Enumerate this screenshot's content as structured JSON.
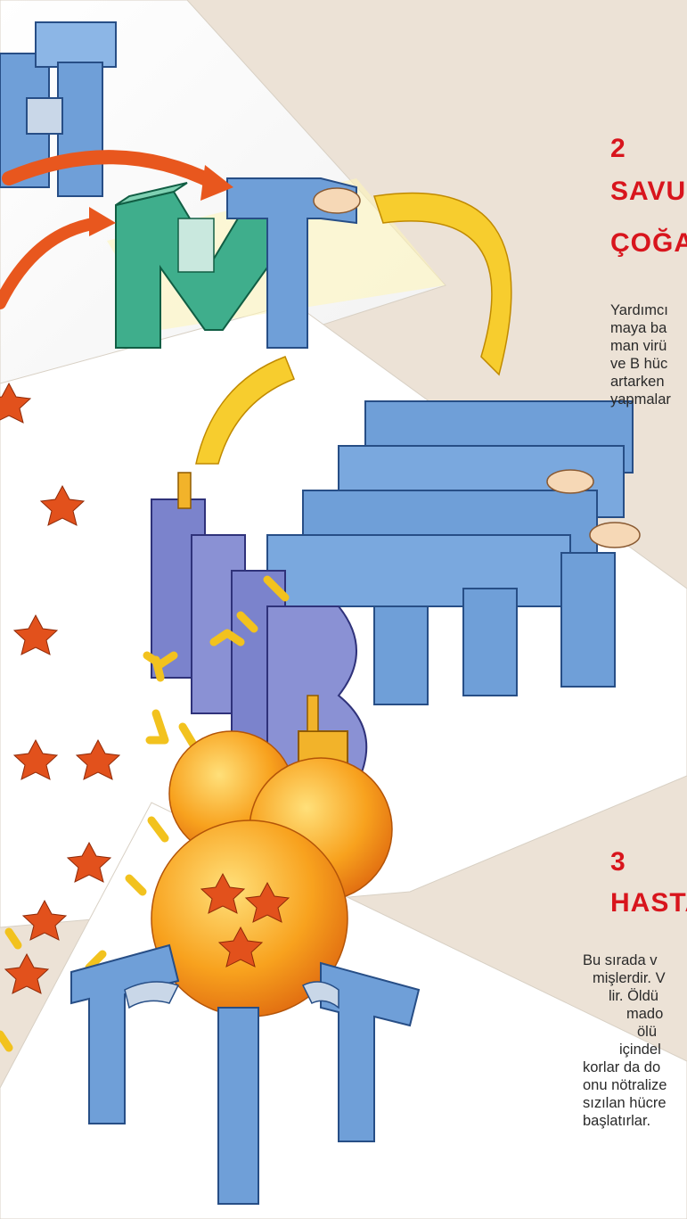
{
  "section2": {
    "number": "2",
    "heading_lines": [
      "SAVU",
      "ÇOĞA"
    ],
    "body_lines": [
      "Yardımcı",
      "maya ba",
      "man virü",
      "ve B hüc",
      "artarken",
      "yapmalar"
    ]
  },
  "section3": {
    "number": "3",
    "heading": "HASTA",
    "body_lines": [
      "Bu sırada v",
      "mişlerdir. V",
      "lir. Öldü",
      "mado",
      "ölü",
      "içindel",
      "korlar da do",
      "onu nötralize",
      "sızılan hücre",
      "başlatırlar."
    ]
  },
  "illustration": {
    "block_letters": [
      "T",
      "M",
      "T",
      "B",
      "T",
      "T"
    ],
    "colors": {
      "background": "#ece2d6",
      "heading_red": "#d8151d",
      "t_cell_blue": "#6f9fd8",
      "b_cell_purple": "#7b83cc",
      "macrophage_green": "#3fae8c",
      "signal_yellow": "#f7cd2e",
      "arrow_orange": "#e8571e",
      "virus_orange": "#e2511c",
      "infected_cell": "#f59a1c"
    }
  }
}
